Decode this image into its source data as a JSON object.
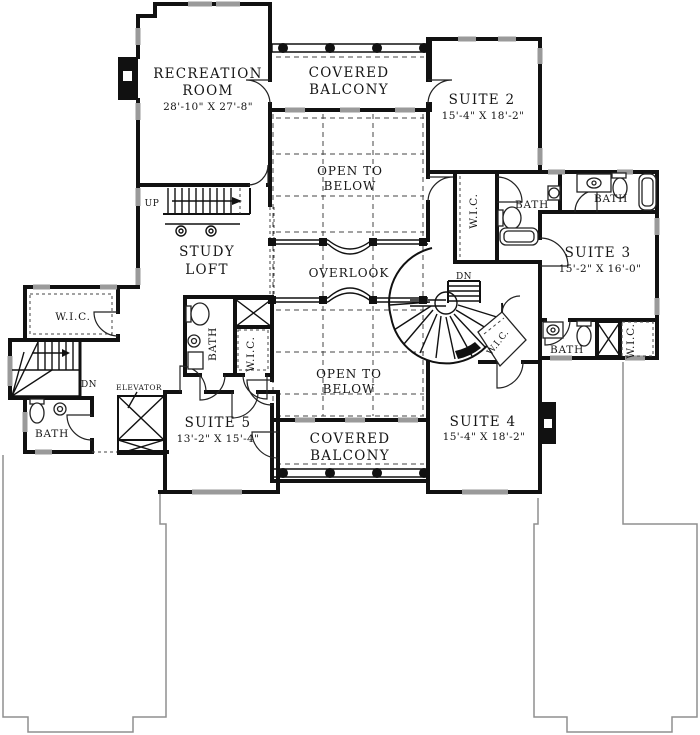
{
  "colors": {
    "ink": "#111111",
    "win": "#9a9a9a",
    "outline": "#8f8f8f",
    "dash": "#444444",
    "paper": "#ffffff"
  },
  "labels": {
    "recreation_name_1": "RECREATION",
    "recreation_name_2": "ROOM",
    "recreation_dims": "28'-10\" X 27'-8\"",
    "balcony_top_1": "COVERED",
    "balcony_top_2": "BALCONY",
    "suite2_name": "SUITE 2",
    "suite2_dims": "15'-4\" X 18'-2\"",
    "open_below_top_1": "OPEN TO",
    "open_below_top_2": "BELOW",
    "wic_top": "W.I.C.",
    "bath_top_left": "BATH",
    "bath_top_right": "BATH",
    "suite3_name": "SUITE 3",
    "suite3_dims": "15'-2\" X 16'-0\"",
    "up": "UP",
    "study_1": "STUDY",
    "study_2": "LOFT",
    "overlook": "OVERLOOK",
    "wic_left": "W.I.C.",
    "dn_left": "DN",
    "dn_spiral": "DN",
    "wic_spiral": "W.I.C.",
    "bath_mid": "BATH",
    "wic_mid": "W.I.C.",
    "elevator": "ELEVATOR",
    "bath_bottom_left": "BATH",
    "suite5_name": "SUITE 5",
    "suite5_dims": "13'-2\" X 15'-4\"",
    "open_below_bottom_1": "OPEN TO",
    "open_below_bottom_2": "BELOW",
    "balcony_bottom_1": "COVERED",
    "balcony_bottom_2": "BALCONY",
    "suite4_name": "SUITE 4",
    "suite4_dims": "15'-4\" X 18'-2\"",
    "bath_bottom_right": "BATH",
    "wic_bottom_right": "W.I.C."
  }
}
